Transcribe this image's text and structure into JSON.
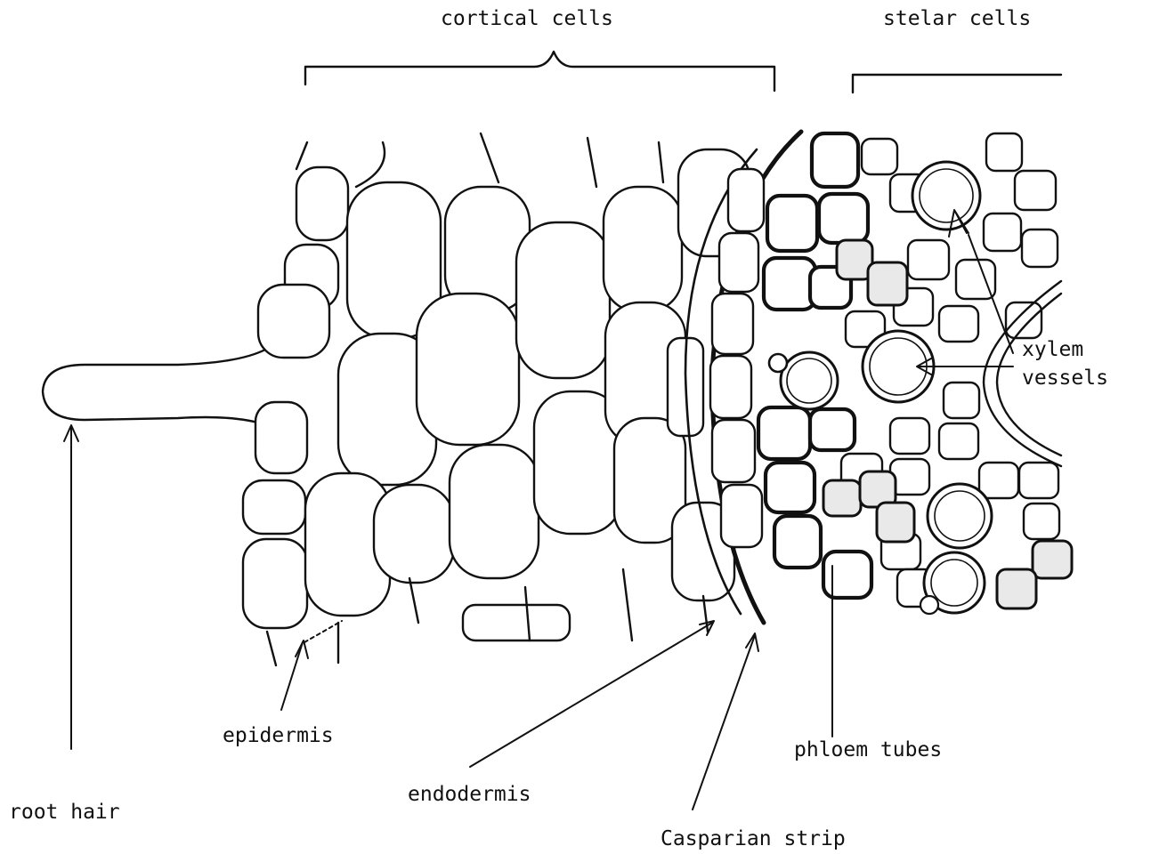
{
  "figure": {
    "labels": {
      "cortical_cells": "cortical cells",
      "stelar_cells": "stelar cells",
      "xylem_vessels_line1": "xylem",
      "xylem_vessels_line2": "vessels",
      "root_hair": "root hair",
      "epidermis": "epidermis",
      "endodermis": "endodermis",
      "casparian_strip": "Casparian strip",
      "phloem_tubes": "phloem tubes"
    },
    "colors": {
      "ink": "#111111",
      "paper": "#ffffff"
    }
  }
}
